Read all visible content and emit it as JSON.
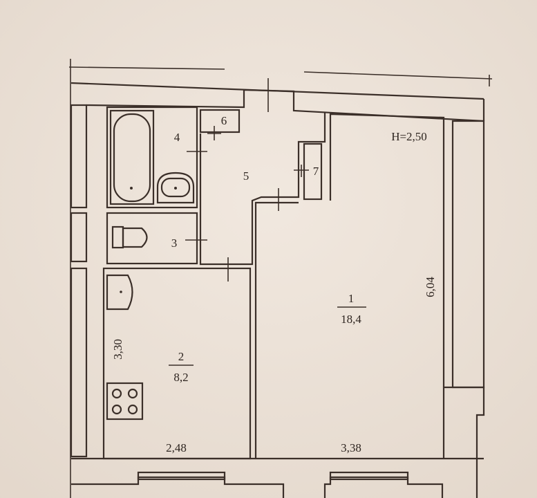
{
  "ceiling_height": "H=2,50",
  "rooms": [
    {
      "number": "1",
      "area": "18,4"
    },
    {
      "number": "2",
      "area": "8,2"
    },
    {
      "number": "3"
    },
    {
      "number": "4"
    },
    {
      "number": "5"
    },
    {
      "number": "6"
    },
    {
      "number": "7"
    }
  ],
  "dimensions": {
    "room1_length": "6,04",
    "room1_width": "3,38",
    "room2_length": "3,30",
    "room2_width": "2,48"
  },
  "colors": {
    "paper": "#ece3d9",
    "ink": "#3b2f29"
  }
}
